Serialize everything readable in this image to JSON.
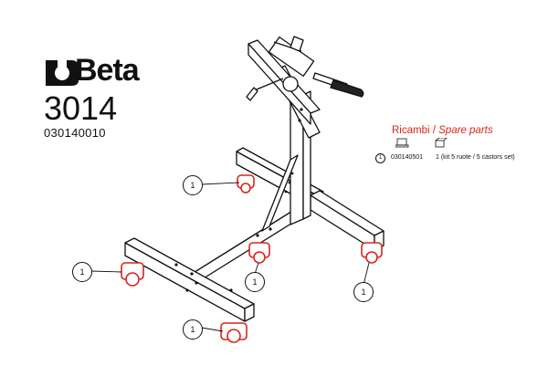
{
  "brand": {
    "name": "Beta"
  },
  "product": {
    "model": "3014",
    "code": "030140010"
  },
  "spare_parts": {
    "title_it": "Ricambi",
    "separator": " / ",
    "title_en": "Spare parts",
    "rows": [
      {
        "ref": "1",
        "code": "030140501",
        "description": "1 (kit 5 ruote / 5 castors set)"
      }
    ]
  },
  "callouts": [
    {
      "label": "1"
    },
    {
      "label": "1"
    },
    {
      "label": "1"
    },
    {
      "label": "1"
    },
    {
      "label": "1"
    }
  ],
  "colors": {
    "accent": "#d9251c",
    "line": "#111111"
  }
}
